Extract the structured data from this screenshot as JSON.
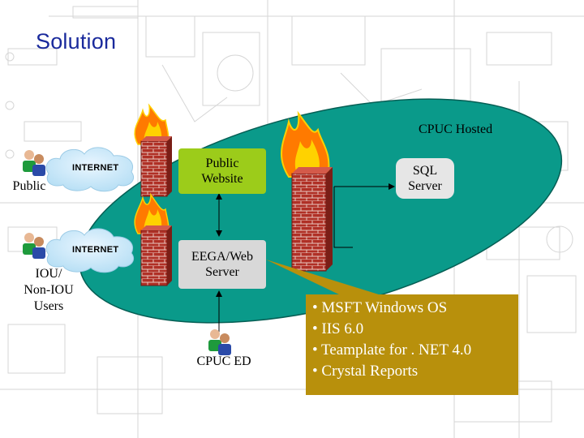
{
  "slide": {
    "title": "Solution"
  },
  "zone": {
    "label": "CPUC Hosted",
    "color": "#0a9a8a"
  },
  "clouds": [
    {
      "label": "INTERNET"
    },
    {
      "label": "INTERNET"
    }
  ],
  "users": {
    "public_label": "Public",
    "iou_label": "IOU/\nNon-IOU\nUsers",
    "cpuc_ed_label": "CPUC ED"
  },
  "servers": {
    "public_website": "Public\nWebsite",
    "eega_web_server": "EEGA/Web\nServer",
    "sql_server": "SQL\nServer"
  },
  "callout": {
    "items": [
      "• MSFT Windows OS",
      "• IIS 6.0",
      "• Teamplate for . NET 4.0",
      "• Crystal Reports"
    ],
    "color": "#b8900c"
  },
  "colors": {
    "title": "#1a2a9c",
    "public_website_box": "#9ccc1a",
    "eega_box": "#d8d8d8",
    "sql_box": "#e6e6e6",
    "firewall_brick": "#b03026",
    "flame": "#ff7a00"
  }
}
